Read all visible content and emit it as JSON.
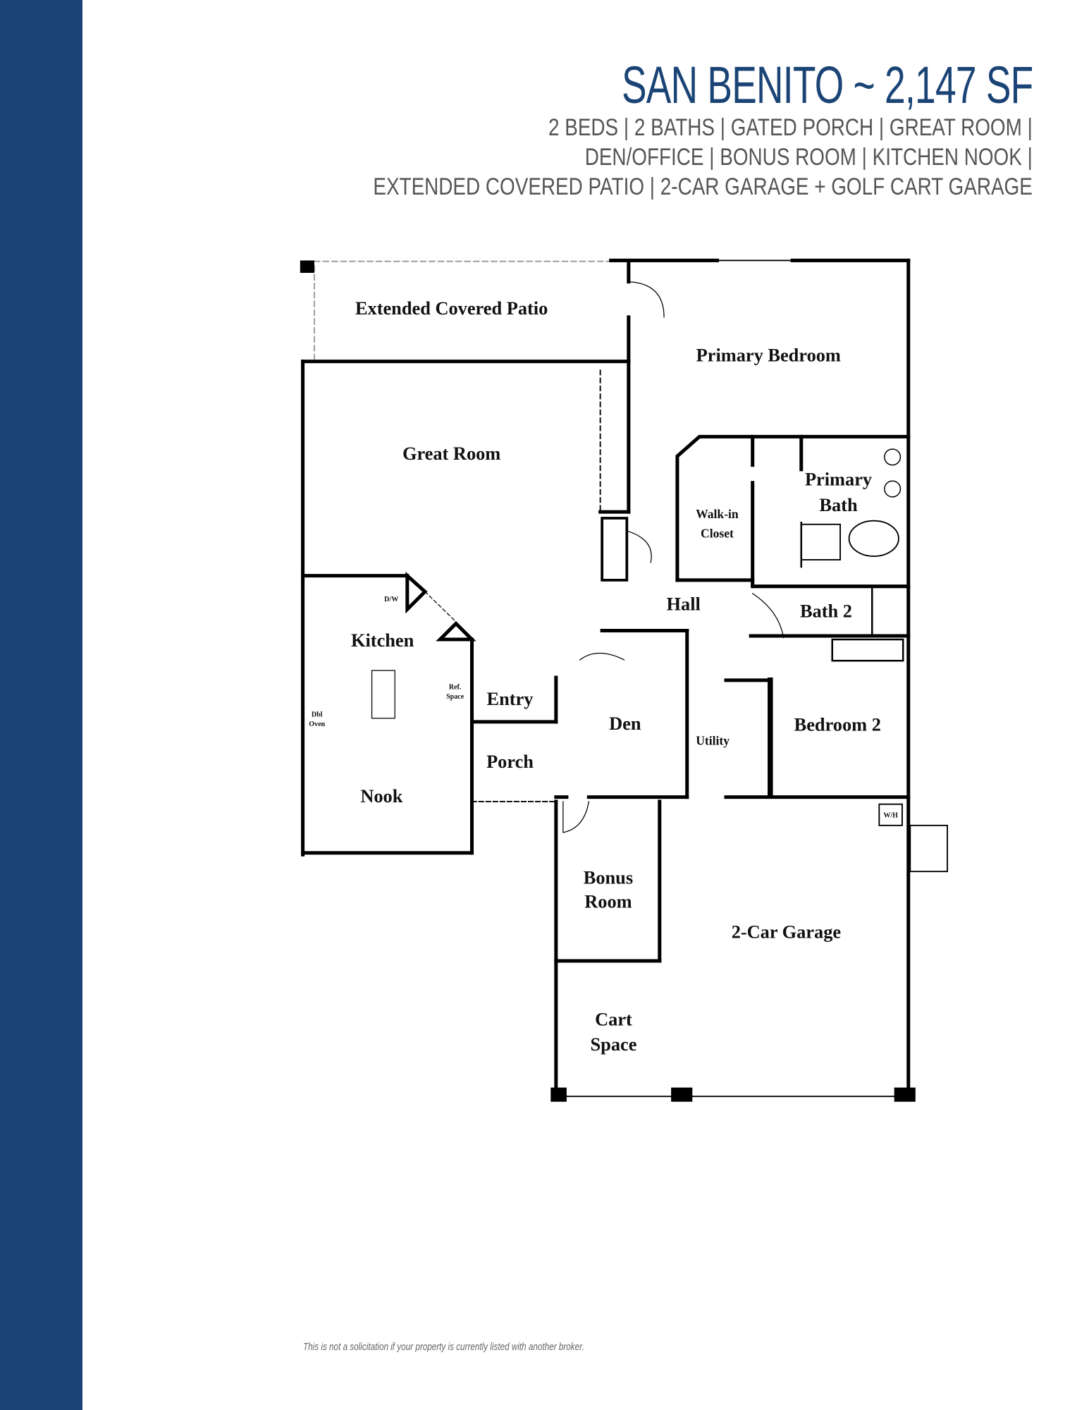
{
  "header": {
    "title": "SAN BENITO ~ 2,147 SF",
    "features": [
      "2 BEDS | 2 BATHS | GATED PORCH | GREAT ROOM |",
      "DEN/OFFICE | BONUS ROOM | KITCHEN NOOK |",
      "EXTENDED COVERED PATIO | 2-CAR GARAGE + GOLF CART GARAGE"
    ]
  },
  "rooms": {
    "patio": "Extended Covered Patio",
    "primary_bedroom": "Primary Bedroom",
    "great_room": "Great Room",
    "primary_bath": [
      "Primary",
      "Bath"
    ],
    "walk_in_closet": [
      "Walk-in",
      "Closet"
    ],
    "hall": "Hall",
    "bath2": "Bath 2",
    "kitchen": "Kitchen",
    "dw": "D/W",
    "ref_space": [
      "Ref.",
      "Space"
    ],
    "dbl_oven": [
      "Dbl",
      "Oven"
    ],
    "entry": "Entry",
    "den": "Den",
    "utility": "Utility",
    "bedroom2": "Bedroom 2",
    "porch": "Porch",
    "nook": "Nook",
    "bonus_room": [
      "Bonus",
      "Room"
    ],
    "garage": "2-Car Garage",
    "cart_space": [
      "Cart",
      "Space"
    ],
    "wh": "W/H"
  },
  "footer": "This is not a solicitation if your property is currently listed with another broker.",
  "colors": {
    "brand": "#1b4476",
    "text_gray": "#555555"
  }
}
